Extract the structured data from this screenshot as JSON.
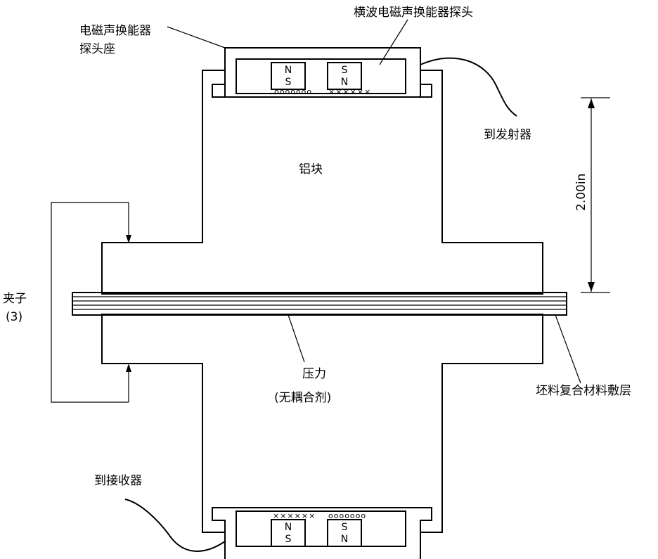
{
  "labels": {
    "emat_holder": [
      "电磁声换能器",
      "探头座"
    ],
    "shear_wave_probe": "横波电磁声换能器探头",
    "to_transmitter": "到发射器",
    "aluminum_block": "铝块",
    "dimension": "2.00in",
    "clamp": [
      "夹子",
      "(3)"
    ],
    "pressure": [
      "压力",
      "(无耦合剂)"
    ],
    "composite_layup": "坯料复合材料敷层",
    "to_receiver": "到接收器"
  },
  "magnets": {
    "top_left": [
      "N",
      "S"
    ],
    "top_right": [
      "S",
      "N"
    ],
    "bottom_left": [
      "N",
      "S"
    ],
    "bottom_right": [
      "S",
      "N"
    ]
  },
  "coil_marks": {
    "circles": "ooooooo",
    "crosses": "××××××"
  }
}
